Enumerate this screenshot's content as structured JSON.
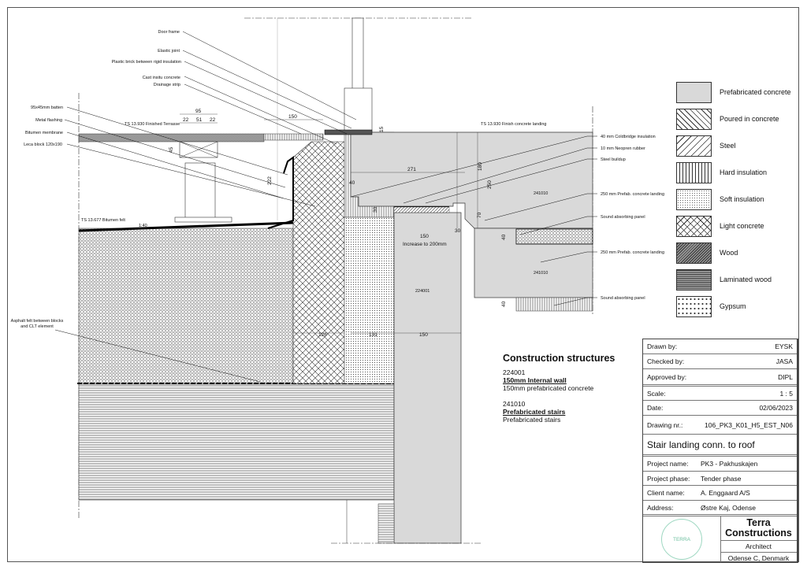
{
  "callouts_left": [
    "Door frame",
    "Elastic joint",
    "Plastic brick between rigid insulation",
    "Cast insitu concrete",
    "Drainage strip",
    "95x45mm batten",
    "Metal flashing",
    "Bitumen membrane",
    "Leca block 120x190"
  ],
  "asphalt_felt": [
    "Asphalt felt between blocks",
    "and CLT element"
  ],
  "callouts_right": [
    "40 mm Coldbridge insulation",
    "10 mm Neopren rubber",
    "Steel buildup",
    "250 mm Prefab. concrete landing",
    "Sound absorbing panel",
    "250 mm Prefab. concrete landing",
    "Sound absorbing panel"
  ],
  "levels": {
    "terrace": "TS 13.930 Finished Terrasse",
    "landing": "TS 13.930 Finish concrete landing",
    "bitumen": "TS 13.677 Bitumen felt",
    "slope": "1:40"
  },
  "dimensions": {
    "batten_total": "95",
    "batten_a": "22",
    "batten_b": "51",
    "batten_c": "22",
    "drain": "150",
    "door_gap": "15",
    "batten_h": "45",
    "flashing_h": "222",
    "cold_40": "40",
    "landing_271": "271",
    "landing_180": "180",
    "landing_250": "250",
    "bearing_30": "30",
    "nib_70": "70",
    "wall_150": "150",
    "increase": "Increase to 200mm",
    "gap_30": "30",
    "panel_40a": "40",
    "panel_40b": "40",
    "w126": "126",
    "w131": "131",
    "w150": "150"
  },
  "element_codes": {
    "wall": "224001",
    "landing_upper": "241010",
    "landing_lower": "241010"
  },
  "legend": [
    {
      "label": "Prefabricated concrete",
      "pattern": "solid-gray"
    },
    {
      "label": "Poured in concrete",
      "pattern": "crosshatch"
    },
    {
      "label": "Steel",
      "pattern": "diagonal"
    },
    {
      "label": "Hard insulation",
      "pattern": "vertical"
    },
    {
      "label": "Soft insulation",
      "pattern": "dots"
    },
    {
      "label": "Light concrete",
      "pattern": "crosshatch"
    },
    {
      "label": "Wood",
      "pattern": "dense-diagonal"
    },
    {
      "label": "Laminated wood",
      "pattern": "horizontal"
    },
    {
      "label": "Gypsum",
      "pattern": "speckle"
    }
  ],
  "construction": {
    "title": "Construction structures",
    "items": [
      {
        "code": "224001",
        "name": "150mm Internal wall",
        "desc": "150mm prefabricated concrete"
      },
      {
        "code": "241010",
        "name": "Prefabricated stairs",
        "desc": "Prefabricated stairs"
      }
    ]
  },
  "title_block": {
    "drawn_by_label": "Drawn by:",
    "drawn_by": "EYSK",
    "checked_by_label": "Checked by:",
    "checked_by": "JASA",
    "approved_by_label": "Approved by:",
    "approved_by": "DIPL",
    "scale_label": "Scale:",
    "scale": "1 : 5",
    "date_label": "Date:",
    "date": "02/06/2023",
    "drawing_nr_label": "Drawing nr.:",
    "drawing_nr": "106_PK3_K01_H5_EST_N06",
    "drawing_title": "Stair landing conn. to roof",
    "project_name_label": "Project name:",
    "project_name": "PK3 - Pakhuskajen",
    "project_phase_label": "Project phase:",
    "project_phase": "Tender phase",
    "client_name_label": "Client name:",
    "client_name": "A. Enggaard A/S",
    "address_label": "Address:",
    "address": "Østre Kaj, Odense",
    "logo_text": "TERRA",
    "company_name": "Terra Constructions",
    "company_role": "Architect",
    "company_city": "Odense C, Denmark"
  },
  "colors": {
    "concrete": "#d9d9d9",
    "logo": "#6cbf9f",
    "line": "#111111"
  }
}
